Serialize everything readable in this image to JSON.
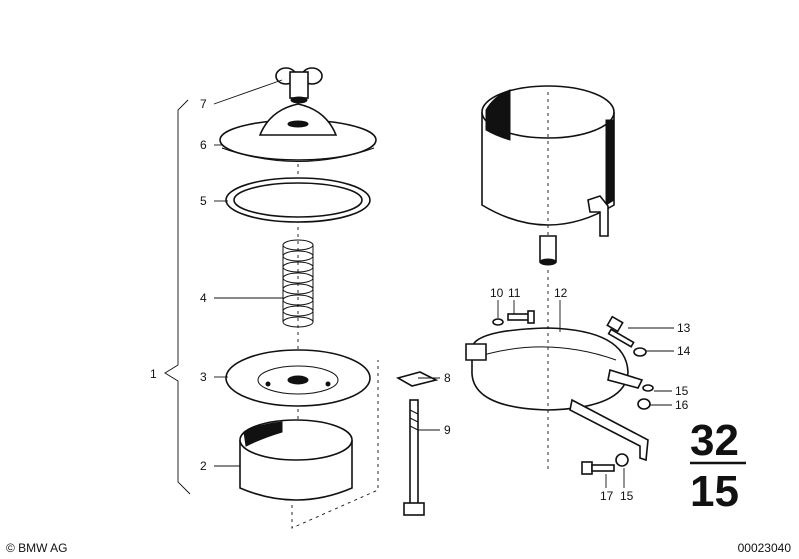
{
  "callouts": {
    "c1": "1",
    "c2": "2",
    "c3": "3",
    "c4": "4",
    "c5": "5",
    "c6": "6",
    "c7": "7",
    "c8": "8",
    "c9": "9",
    "c10": "10",
    "c11": "11",
    "c12": "12",
    "c13": "13",
    "c14": "14",
    "c15a": "15",
    "c15b": "15",
    "c16": "16",
    "c17": "17"
  },
  "page_ref": {
    "top": "32",
    "bottom": "15"
  },
  "footer": {
    "copyright": "© BMW AG",
    "doc_number": "00023040"
  }
}
